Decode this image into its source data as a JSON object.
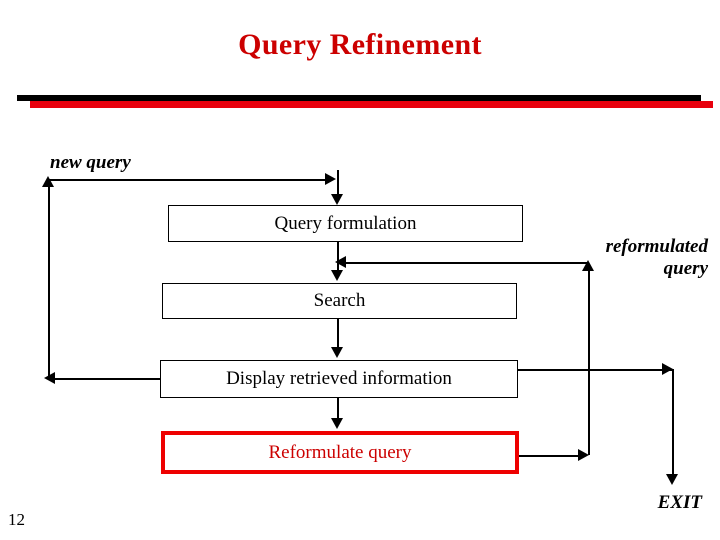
{
  "slide": {
    "title": "Query Refinement",
    "page_number": "12",
    "title_color": "#cc0000",
    "rule_colors": {
      "top_bar": "#000000",
      "shadow_bar": "#e8000d"
    }
  },
  "diagram": {
    "type": "flowchart",
    "boxes": [
      {
        "id": "query-formulation",
        "label": "Query formulation",
        "border_color": "#000000",
        "text_color": "#000000"
      },
      {
        "id": "search",
        "label": "Search",
        "border_color": "#000000",
        "text_color": "#000000"
      },
      {
        "id": "display-retrieved-information",
        "label": "Display retrieved information",
        "border_color": "#000000",
        "text_color": "#000000"
      },
      {
        "id": "reformulate-query",
        "label": "Reformulate query",
        "border_color": "#ee0000",
        "text_color": "#cc0000"
      }
    ],
    "edge_labels": [
      {
        "id": "new-query",
        "label": "new query"
      },
      {
        "id": "reformulated-query",
        "label": "reformulated\nquery"
      },
      {
        "id": "exit",
        "label": "EXIT"
      }
    ],
    "flows": [
      {
        "from": "new query (left loop)",
        "to": "Query formulation"
      },
      {
        "from": "Query formulation",
        "to": "Search"
      },
      {
        "from": "Search",
        "to": "Display retrieved information"
      },
      {
        "from": "Display retrieved information",
        "to": "Reformulate query"
      },
      {
        "from": "Display retrieved information",
        "to": "new query (left loop)"
      },
      {
        "from": "Display retrieved information",
        "to": "EXIT"
      },
      {
        "from": "Reformulate query",
        "to": "Query formulation (reformulated query)"
      }
    ]
  }
}
